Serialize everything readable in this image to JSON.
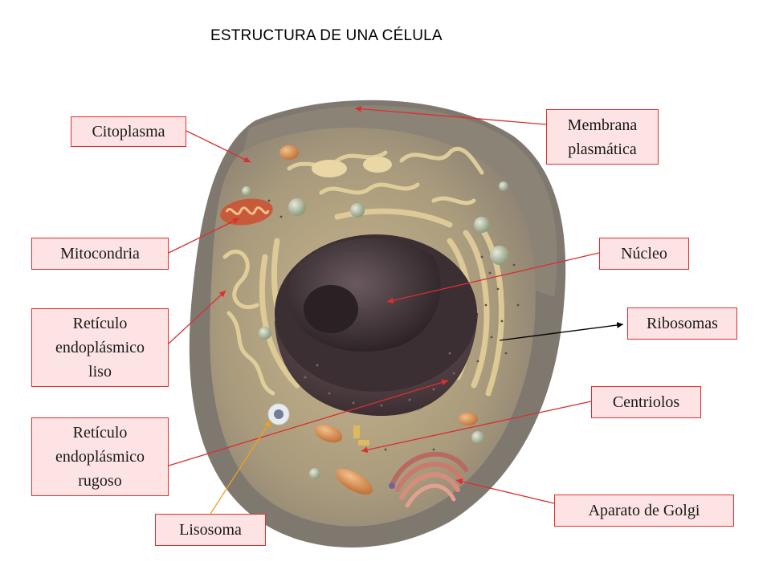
{
  "title": "ESTRUCTURA DE UNA CÉLULA",
  "labels": {
    "citoplasma": "Citoplasma",
    "membrana": "Membrana\nplasmática",
    "mitocondria": "Mitocondria",
    "nucleo": "Núcleo",
    "ribosomas": "Ribosomas",
    "reticulo_liso": "Retículo\nendoplásmico\nliso",
    "centriolos": "Centriolos",
    "reticulo_rugoso": "Retículo\nendoplásmico\nrugoso",
    "aparato_golgi": "Aparato de Golgi",
    "lisosoma": "Lisosoma"
  },
  "colors": {
    "label_fill": "#fde3e3",
    "label_border": "#e0302e",
    "pointer_red": "#d93030",
    "pointer_black": "#000000",
    "pointer_orange": "#f0a020"
  }
}
